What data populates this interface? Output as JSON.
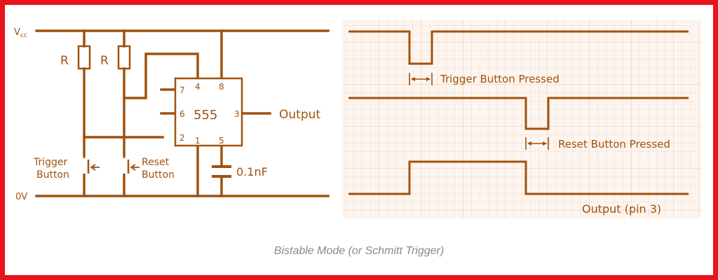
{
  "colors": {
    "wire": "#a0520f",
    "grid_minor": "#f7dcc8",
    "grid_major": "#efc4a6",
    "border": "#e8141c",
    "caption": "#8a8a8a"
  },
  "circuit": {
    "vcc_label": "V",
    "vcc_sub": "cc",
    "ground_label": "0V",
    "resistor_left_label": "R",
    "resistor_right_label": "R",
    "ic_label": "555",
    "pins": {
      "p7": "7",
      "p4": "4",
      "p8": "8",
      "p6": "6",
      "p3": "3",
      "p2": "2",
      "p1": "1",
      "p5": "5"
    },
    "output_label": "Output",
    "trigger_label_1": "Trigger",
    "trigger_label_2": "Button",
    "reset_label_1": "Reset",
    "reset_label_2": "Button",
    "capacitor_label": "0.1nF"
  },
  "timing": {
    "trigger_note": "Trigger Button Pressed",
    "reset_note": "Reset Button Pressed",
    "output_note": "Output (pin 3)"
  },
  "caption": "Bistable Mode (or Schmitt Trigger)"
}
